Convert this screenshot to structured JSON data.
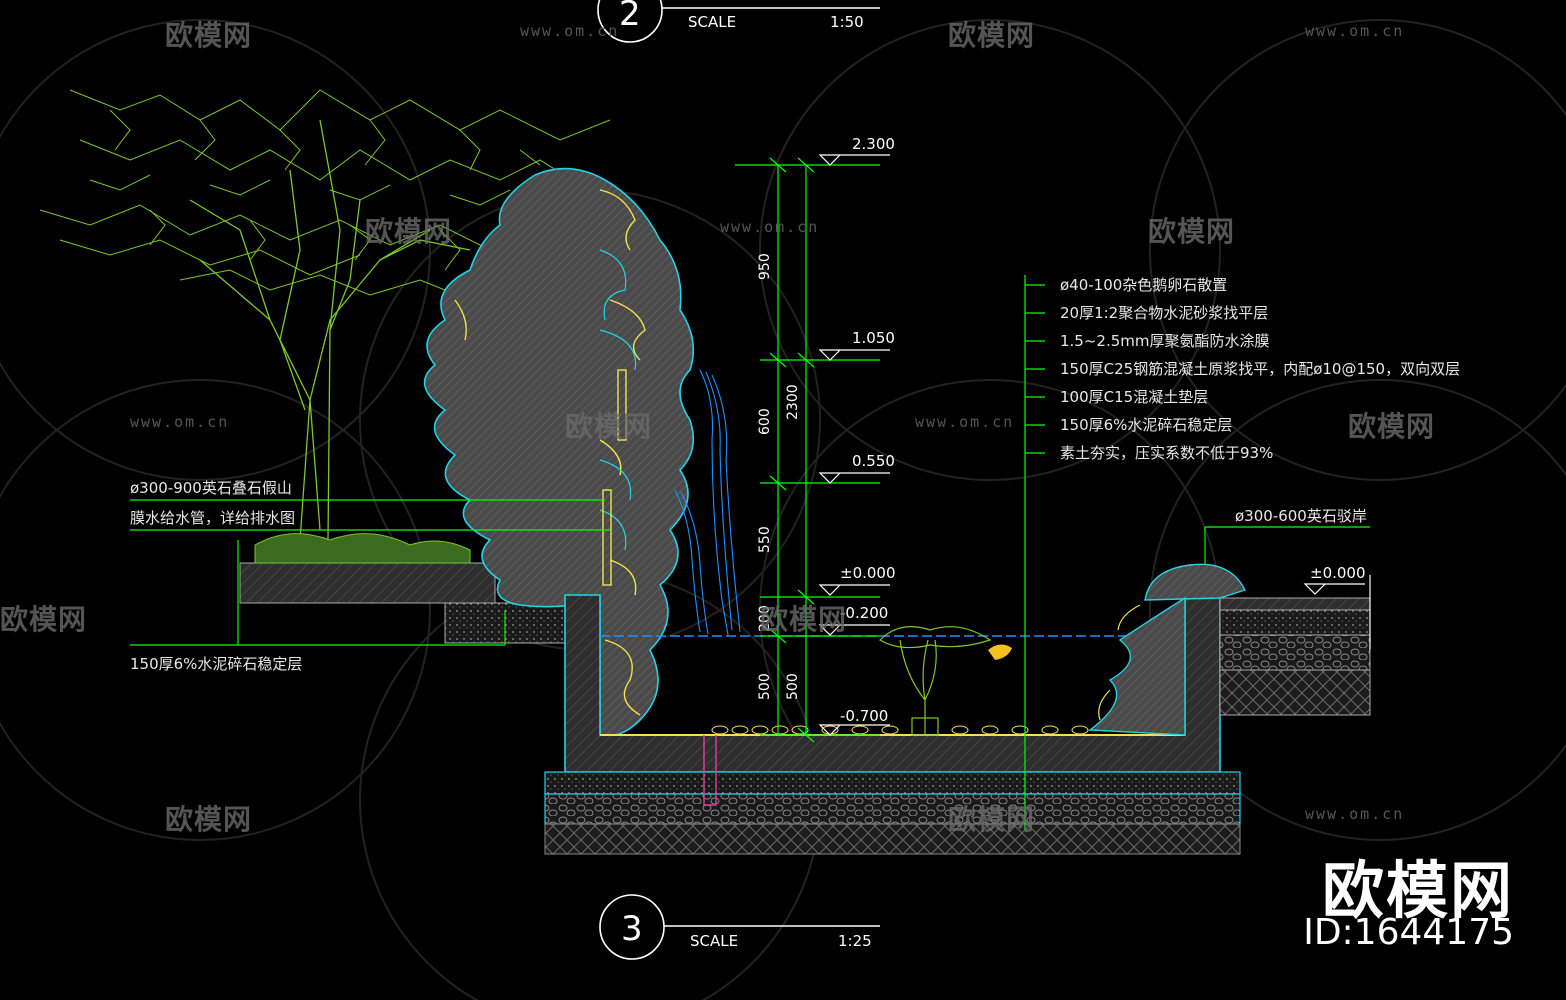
{
  "watermark": {
    "brand_text": "欧模网",
    "url_text": "www.om.cn",
    "id_text": "ID:1644175"
  },
  "section_marks": [
    {
      "number": "2",
      "scale_label": "SCALE",
      "scale_value": "1:50"
    },
    {
      "number": "3",
      "scale_label": "SCALE",
      "scale_value": "1:25"
    }
  ],
  "elevations": {
    "top": "2.300",
    "mid": "1.050",
    "lower": "0.550",
    "zero_left": "±0.000",
    "water": "-0.200",
    "bottom": "-0.700",
    "zero_right": "±0.000"
  },
  "dimensions": {
    "d950": "950",
    "d2300": "2300",
    "d600": "600",
    "d550": "550",
    "d200": "200",
    "d500a": "500",
    "d500b": "500"
  },
  "layers": [
    "ø40-100杂色鹅卵石散置",
    "20厚1:2聚合物水泥砂浆找平层",
    "1.5~2.5mm厚聚氨酯防水涂膜",
    "150厚C25钢筋混凝土原浆找平，内配ø10@150，双向双层",
    "100厚C15混凝土垫层",
    "150厚6%水泥碎石稳定层",
    "素土夯实，压实系数不低于93%"
  ],
  "left_notes": {
    "rockery": "ø300-900英石叠石假山",
    "pipe": "膜水给水管，详给排水图",
    "base": "150厚6%水泥碎石稳定层"
  },
  "right_note": "ø300-600英石驳岸",
  "colors": {
    "background": "#000000",
    "leader": "#00ff00",
    "cyan": "#22d3e6",
    "yellow": "#f3e24a",
    "water": "#1e90ff",
    "tree": "#7ec82a"
  }
}
